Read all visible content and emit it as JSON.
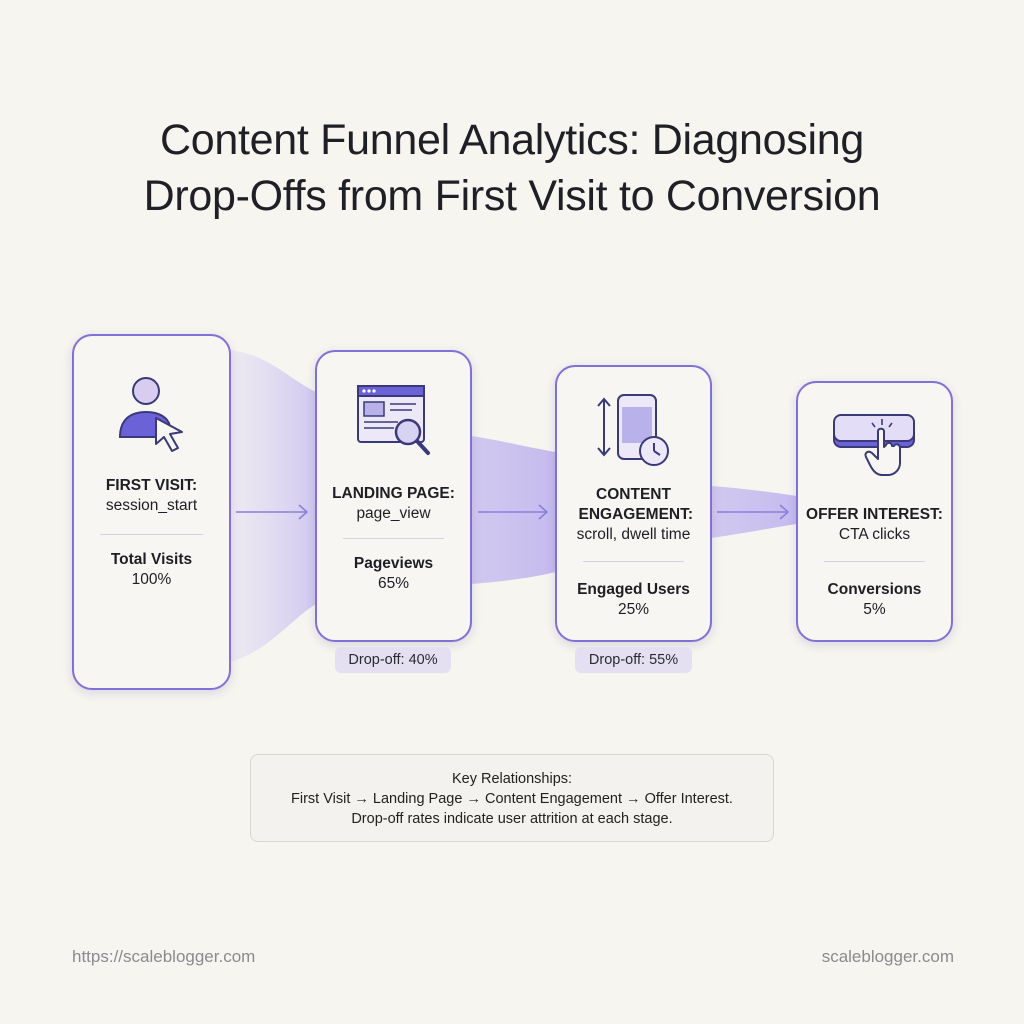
{
  "title": {
    "line1": "Content Funnel Analytics: Diagnosing",
    "line2": "Drop-Offs from First Visit to Conversion"
  },
  "stages": [
    {
      "heading": "FIRST VISIT:",
      "event": "session_start",
      "metric_label": "Total Visits",
      "metric_value": "100%",
      "icon": "user-cursor-icon"
    },
    {
      "heading": "LANDING PAGE:",
      "event": "page_view",
      "metric_label": "Pageviews",
      "metric_value": "65%",
      "icon": "browser-magnifier-icon"
    },
    {
      "heading": "CONTENT ENGAGEMENT:",
      "event": "scroll, dwell time",
      "metric_label": "Engaged Users",
      "metric_value": "25%",
      "icon": "phone-scroll-clock-icon"
    },
    {
      "heading": "OFFER INTEREST:",
      "event": "CTA clicks",
      "metric_label": "Conversions",
      "metric_value": "5%",
      "icon": "cta-button-click-icon"
    }
  ],
  "dropoffs": [
    "Drop-off: 40%",
    "Drop-off: 55%"
  ],
  "key_relationships": {
    "heading": "Key Relationships:",
    "line1": "First Visit → Landing Page → Content Engagement → Offer Interest.",
    "line2": "Drop-off rates indicate user attrition at each stage."
  },
  "footer": {
    "left": "https://scaleblogger.com",
    "right": "scaleblogger.com"
  },
  "colors": {
    "accent": "#7f72d6",
    "flow": "#c9c0ef",
    "background": "#f6f5f0"
  }
}
